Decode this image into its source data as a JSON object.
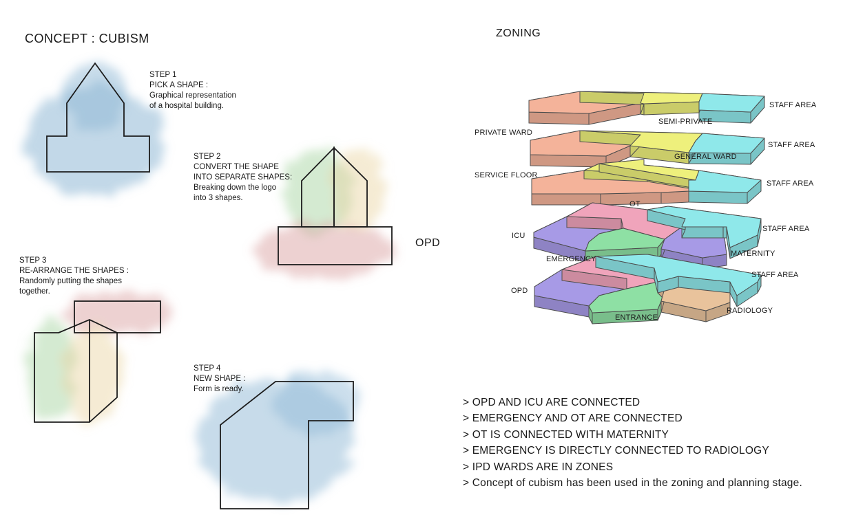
{
  "concept": {
    "title": "CONCEPT : CUBISM",
    "step1": {
      "l1": "STEP 1",
      "l2": "PICK A SHAPE :",
      "l3": "Graphical representation",
      "l4": "of a hospital building."
    },
    "step2": {
      "l1": "STEP 2",
      "l2": "CONVERT THE SHAPE",
      "l3": "INTO SEPARATE SHAPES:",
      "l4": "Breaking down the logo",
      "l5": "into 3 shapes."
    },
    "step3": {
      "l1": "STEP 3",
      "l2": "RE-ARRANGE THE SHAPES :",
      "l3": "Randomly putting the shapes",
      "l4": "together."
    },
    "step4": {
      "l1": "STEP 4",
      "l2": "NEW SHAPE :",
      "l3": "Form is ready."
    },
    "opd_label": "OPD"
  },
  "zoning": {
    "title": "ZONING",
    "labels": {
      "staff1": "STAFF AREA",
      "semi_private": "SEMI-PRIVATE",
      "private_ward": "PRIVATE WARD",
      "staff2": "STAFF AREA",
      "general_ward": "GENERAL WARD",
      "service_floor": "SERVICE FLOOR",
      "staff3": "STAFF AREA",
      "ot": "OT",
      "staff4": "STAFF AREA",
      "icu": "ICU",
      "maternity": "MATERNITY",
      "emergency": "EMERGENCY",
      "staff5": "STAFF AREA",
      "opd": "OPD",
      "radiology": "RADIOLOGY",
      "entrance": "ENTRANCE"
    },
    "colors": {
      "peach": "#f4b39a",
      "yellow": "#eef07c",
      "cyan": "#8fe8ea",
      "pink": "#f0a4bb",
      "purple": "#a79ae6",
      "green": "#8ee0a4",
      "tan": "#e9c39c"
    }
  },
  "notes": [
    "> OPD AND ICU ARE CONNECTED",
    "> EMERGENCY AND OT ARE CONNECTED",
    "> OT IS CONNECTED WITH MATERNITY",
    "> EMERGENCY IS DIRECTLY CONNECTED TO RADIOLOGY",
    "> IPD WARDS ARE IN ZONES",
    "> Concept of cubism has been used in the zoning and planning stage."
  ]
}
